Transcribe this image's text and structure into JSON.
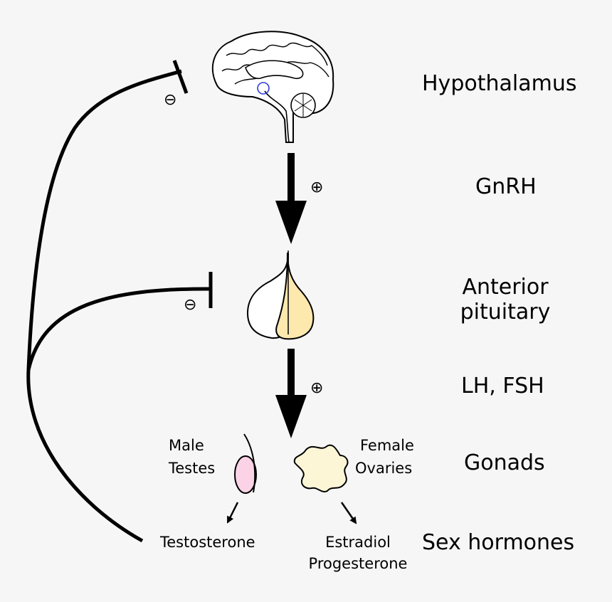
{
  "stages": {
    "hypothalamus": "Hypothalamus",
    "gnrh": "GnRH",
    "anterior_pituitary_line1": "Anterior",
    "anterior_pituitary_line2": "pituitary",
    "lh_fsh": "LH, FSH",
    "gonads": "Gonads",
    "sex_hormones": "Sex hormones"
  },
  "male": {
    "line1": "Male",
    "line2": "Testes",
    "hormone": "Testosterone"
  },
  "female": {
    "line1": "Female",
    "line2": "Ovaries",
    "hormone_line1": "Estradiol",
    "hormone_line2": "Progesterone"
  },
  "signs": {
    "stimulate": "⊕",
    "inhibit": "⊖"
  },
  "colors": {
    "background": "#f6f6f6",
    "stroke": "#000000",
    "pituitary_right": "#fde8ae",
    "testis_fill": "#fcd3e6",
    "ovary_fill": "#fcf6d6",
    "hypothalamus_marker": "#2c3cd8"
  }
}
